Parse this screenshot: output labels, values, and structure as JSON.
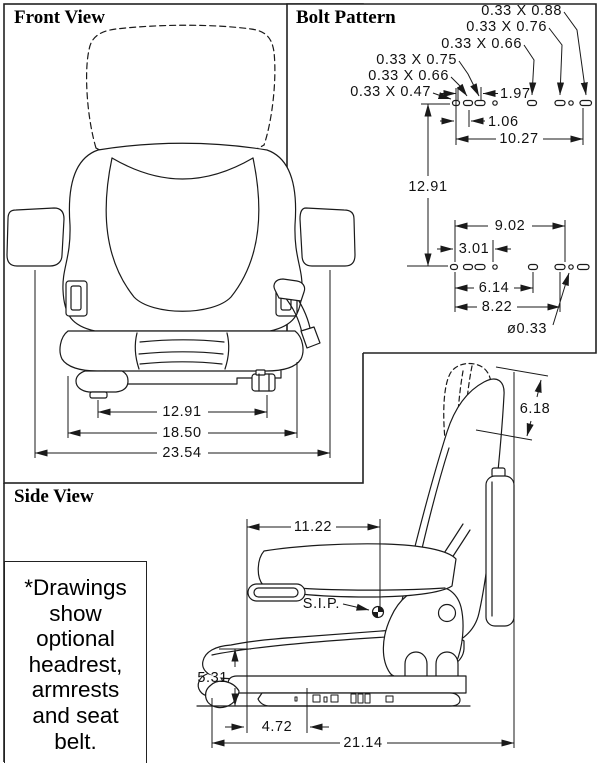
{
  "front": {
    "title": "Front View",
    "dims": {
      "inner": "12.91",
      "mid": "18.50",
      "outer": "23.54"
    }
  },
  "bolt": {
    "title": "Bolt Pattern",
    "callouts": [
      "0.33 X 0.88",
      "0.33 X 0.76",
      "0.33 X 0.66",
      "0.33 X 0.75",
      "0.33 X 0.66",
      "0.33 X 0.47"
    ],
    "dims": {
      "s197": "1.97",
      "s106": "1.06",
      "s1027": "10.27",
      "s1291": "12.91",
      "s902": "9.02",
      "s301": "3.01",
      "s614": "6.14",
      "s822": "8.22",
      "hole": "ø0.33"
    }
  },
  "side": {
    "title": "Side View",
    "sip": "S.I.P.",
    "dims": {
      "back": "6.18",
      "sip": "11.22",
      "height": "5.31",
      "front": "4.72",
      "length": "21.14"
    }
  },
  "note": {
    "lines": [
      "*Drawings",
      "show",
      "optional",
      "headrest,",
      "armrests",
      "and seat",
      "belt."
    ]
  }
}
